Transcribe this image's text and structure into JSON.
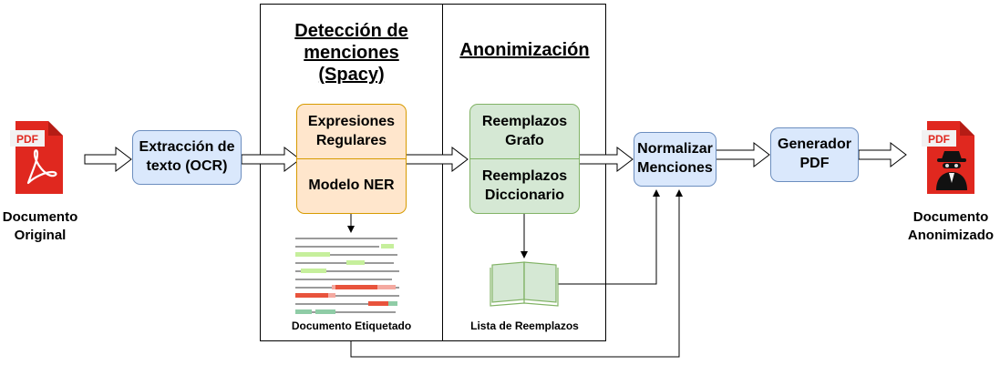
{
  "input_doc": {
    "badge": "PDF",
    "label": "Documento\nOriginal",
    "icon": "pdf-file-icon"
  },
  "output_doc": {
    "badge": "PDF",
    "label": "Documento\nAnonimizado",
    "icon": "anonymized-pdf-file-icon"
  },
  "nodes": {
    "ocr": "Extracción de\ntexto (OCR)",
    "regex": "Expresiones\nRegulares",
    "ner": "Modelo NER",
    "graph": "Reemplazos\nGrafo",
    "dict": "Reemplazos\nDiccionario",
    "normalize": "Normalizar\nMenciones",
    "pdfgen": "Generador\nPDF"
  },
  "sections": {
    "detection_title": "Detección de\nmenciones\n(Spacy)",
    "anonymization_title": "Anonimización",
    "tagged_doc_caption": "Documento Etiquetado",
    "replacements_list_caption": "Lista de Reemplazos"
  },
  "colors": {
    "pdf_red": "#e0281f",
    "blue_fill": "#dae8fc",
    "blue_stroke": "#6c8ebf",
    "orange_fill": "#ffe6cc",
    "orange_stroke": "#d79b00",
    "green_fill": "#d5e8d4",
    "green_stroke": "#82b366"
  }
}
